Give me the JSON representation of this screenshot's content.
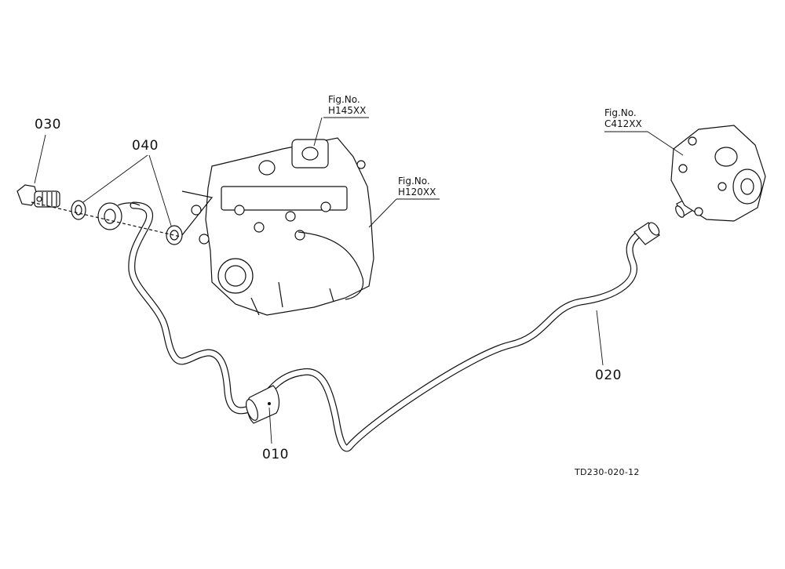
{
  "parts": {
    "p010": "010",
    "p020": "020",
    "p030": "030",
    "p040": "040"
  },
  "refs": {
    "h145": {
      "label": "Fig.No.",
      "code": "H145XX"
    },
    "h120": {
      "label": "Fig.No.",
      "code": "H120XX"
    },
    "c412": {
      "label": "Fig.No.",
      "code": "C412XX"
    }
  },
  "drawing_code": "TD230-020-12",
  "colors": {
    "ink": "#111111",
    "paper": "#ffffff"
  }
}
